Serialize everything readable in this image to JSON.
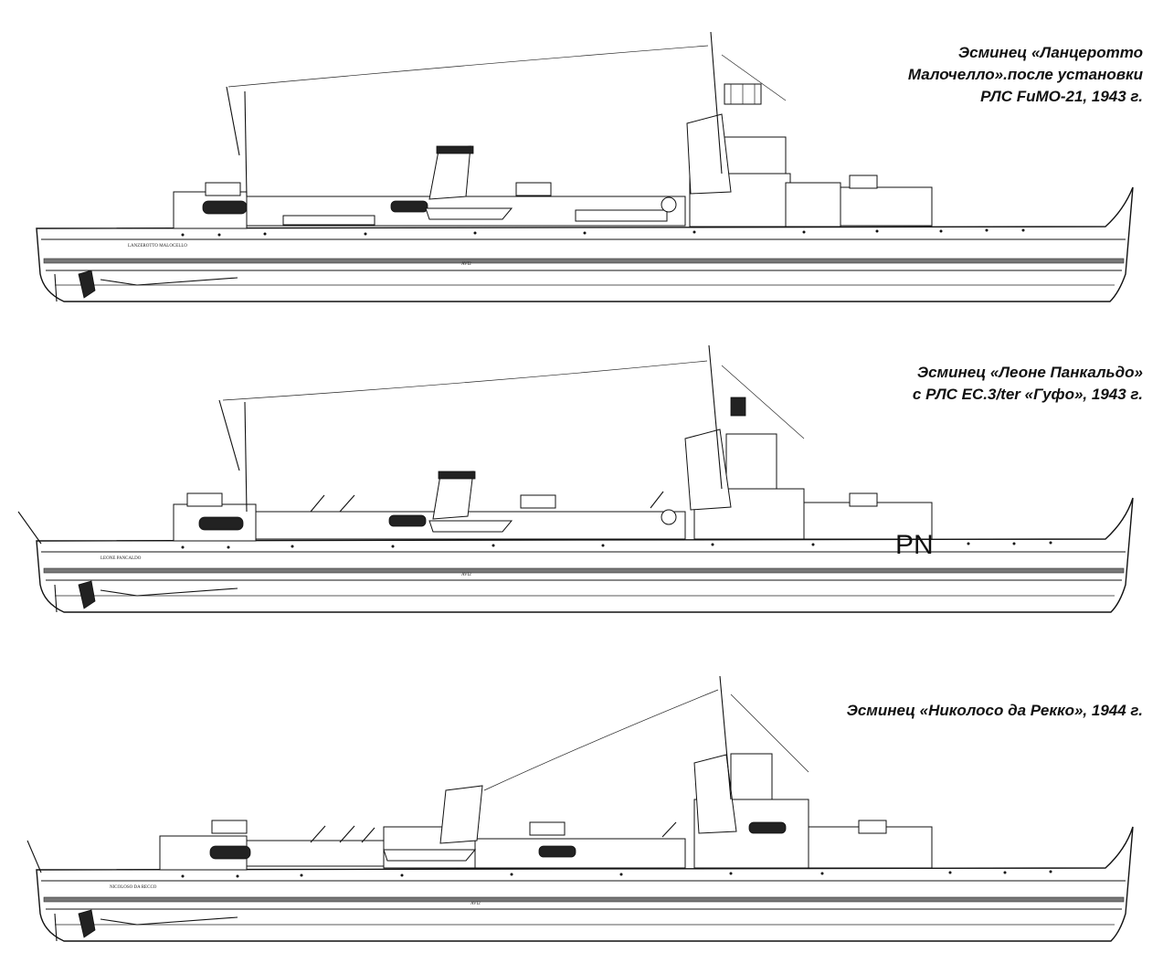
{
  "ships": [
    {
      "caption_lines": [
        "Эсминец «Ланцеротто",
        "Малочелло».после установки",
        "РЛС FuMO-21, 1943 г."
      ],
      "nameplate": "LANZEROTTO MALOCELLO",
      "hull_code": "",
      "waterline_mark": "AVI2"
    },
    {
      "caption_lines": [
        "Эсминец «Леоне Панкальдо»",
        "с РЛС ЕС.3/ter «Гуфо», 1943 г."
      ],
      "nameplate": "LEONE PANCALDO",
      "hull_code": "PN",
      "waterline_mark": "AVI2"
    },
    {
      "caption_lines": [
        "Эсминец «Николосо да Рекко», 1944 г."
      ],
      "nameplate": "NICOLOSO DA RECCO",
      "hull_code": "",
      "waterline_mark": "AVI2"
    }
  ]
}
